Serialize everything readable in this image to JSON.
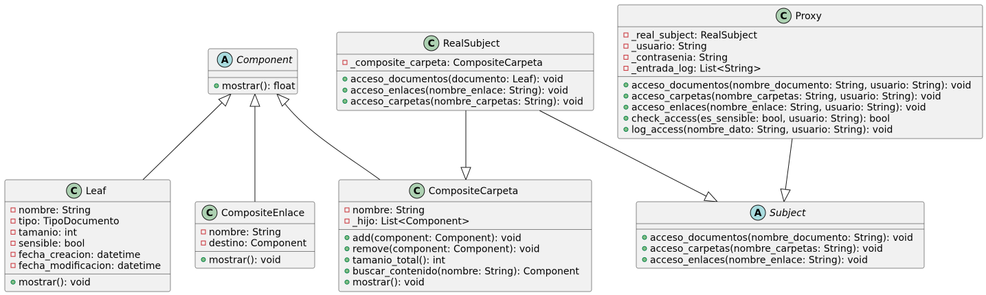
{
  "classes": {
    "component": {
      "kind": "A",
      "badge_color": "#A9DCDF",
      "abstract": true,
      "name": "Component",
      "attributes": [],
      "methods": [
        {
          "vis": "+",
          "text": "mostrar(): float"
        }
      ]
    },
    "leaf": {
      "kind": "C",
      "badge_color": "#ADD1B2",
      "abstract": false,
      "name": "Leaf",
      "attributes": [
        {
          "vis": "-",
          "text": "nombre: String"
        },
        {
          "vis": "-",
          "text": "tipo: TipoDocumento"
        },
        {
          "vis": "-",
          "text": "tamanio: int"
        },
        {
          "vis": "-",
          "text": "sensible: bool"
        },
        {
          "vis": "-",
          "text": "fecha_creacion: datetime"
        },
        {
          "vis": "-",
          "text": "fecha_modificacion: datetime"
        }
      ],
      "methods": [
        {
          "vis": "+",
          "text": "mostrar(): void"
        }
      ]
    },
    "composite_enlace": {
      "kind": "C",
      "badge_color": "#ADD1B2",
      "abstract": false,
      "name": "CompositeEnlace",
      "attributes": [
        {
          "vis": "-",
          "text": "nombre: String"
        },
        {
          "vis": "-",
          "text": "destino: Component"
        }
      ],
      "methods": [
        {
          "vis": "+",
          "text": "mostrar(): void"
        }
      ]
    },
    "composite_carpeta": {
      "kind": "C",
      "badge_color": "#ADD1B2",
      "abstract": false,
      "name": "CompositeCarpeta",
      "attributes": [
        {
          "vis": "-",
          "text": "nombre: String"
        },
        {
          "vis": "-",
          "text": "_hijo: List<Component>"
        }
      ],
      "methods": [
        {
          "vis": "+",
          "text": "add(component: Component): void"
        },
        {
          "vis": "+",
          "text": "remove(component: Component): void"
        },
        {
          "vis": "+",
          "text": "tamanio_total(): int"
        },
        {
          "vis": "+",
          "text": "buscar_contenido(nombre: String): Component"
        },
        {
          "vis": "+",
          "text": "mostrar(): void"
        }
      ]
    },
    "real_subject": {
      "kind": "C",
      "badge_color": "#ADD1B2",
      "abstract": false,
      "name": "RealSubject",
      "attributes": [
        {
          "vis": "-",
          "text": "_composite_carpeta: CompositeCarpeta"
        }
      ],
      "methods": [
        {
          "vis": "+",
          "text": "acceso_documentos(documento: Leaf): void"
        },
        {
          "vis": "+",
          "text": "acceso_enlaces(nombre_enlace: String): void"
        },
        {
          "vis": "+",
          "text": "acceso_carpetas(nombre_carpetas: String): void"
        }
      ]
    },
    "proxy": {
      "kind": "C",
      "badge_color": "#ADD1B2",
      "abstract": false,
      "name": "Proxy",
      "attributes": [
        {
          "vis": "-",
          "text": "_real_subject: RealSubject"
        },
        {
          "vis": "-",
          "text": "_usuario: String"
        },
        {
          "vis": "-",
          "text": "_contrasenia: String"
        },
        {
          "vis": "-",
          "text": "_entrada_log: List<String>"
        }
      ],
      "methods": [
        {
          "vis": "+",
          "text": "acceso_documentos(nombre_documento: String, usuario: String): void"
        },
        {
          "vis": "+",
          "text": "acceso_carpetas(nombre_carpetas: String, usuario: String): void"
        },
        {
          "vis": "+",
          "text": "acceso_enlaces(nombre_enlace: String, usuario: String): void"
        },
        {
          "vis": "+",
          "text": "check_access(es_sensible: bool, usuario: String): bool"
        },
        {
          "vis": "+",
          "text": "log_access(nombre_dato: String, usuario: String): void"
        }
      ]
    },
    "subject": {
      "kind": "A",
      "badge_color": "#A9DCDF",
      "abstract": true,
      "name": "Subject",
      "attributes": [],
      "methods": [
        {
          "vis": "+",
          "text": "acceso_documentos(nombre_documento: String): void"
        },
        {
          "vis": "+",
          "text": "acceso_carpetas(nombre_carpetas: String): void"
        },
        {
          "vis": "+",
          "text": "acceso_enlaces(nombre_enlace: String): void"
        }
      ]
    }
  },
  "relations": [
    {
      "from": "leaf",
      "to": "component",
      "type": "generalization"
    },
    {
      "from": "composite_enlace",
      "to": "component",
      "type": "generalization"
    },
    {
      "from": "composite_carpeta",
      "to": "component",
      "type": "generalization"
    },
    {
      "from": "real_subject",
      "to": "composite_carpeta",
      "type": "generalization"
    },
    {
      "from": "real_subject",
      "to": "subject",
      "type": "generalization"
    },
    {
      "from": "proxy",
      "to": "subject",
      "type": "generalization"
    }
  ]
}
